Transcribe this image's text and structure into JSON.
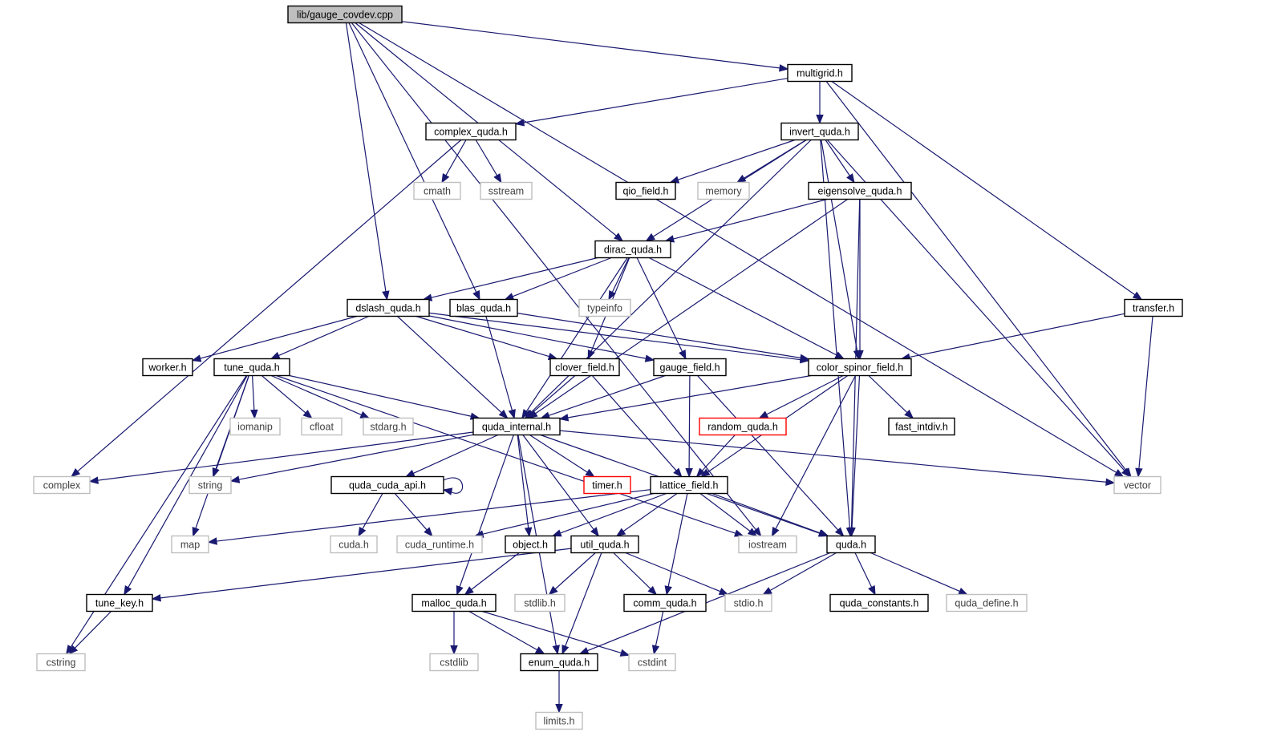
{
  "graph": {
    "colors": {
      "edge": "#191970",
      "root_fill": "#bfbfbf",
      "node_border": "#000000",
      "system_border": "#bfbfbf",
      "system_text": "#404040",
      "truncated_border": "#ff0000"
    },
    "nodes": [
      {
        "id": "root",
        "label": "lib/gauge_covdev.cpp",
        "kind": "root"
      },
      {
        "id": "multigrid",
        "label": "multigrid.h",
        "kind": "project"
      },
      {
        "id": "complex_quda",
        "label": "complex_quda.h",
        "kind": "project"
      },
      {
        "id": "invert_quda",
        "label": "invert_quda.h",
        "kind": "project"
      },
      {
        "id": "cmath",
        "label": "cmath",
        "kind": "system"
      },
      {
        "id": "sstream",
        "label": "sstream",
        "kind": "system"
      },
      {
        "id": "qio_field",
        "label": "qio_field.h",
        "kind": "project"
      },
      {
        "id": "memory",
        "label": "memory",
        "kind": "system"
      },
      {
        "id": "eigensolve_quda",
        "label": "eigensolve_quda.h",
        "kind": "project"
      },
      {
        "id": "dirac_quda",
        "label": "dirac_quda.h",
        "kind": "project"
      },
      {
        "id": "dslash_quda",
        "label": "dslash_quda.h",
        "kind": "project"
      },
      {
        "id": "blas_quda",
        "label": "blas_quda.h",
        "kind": "project"
      },
      {
        "id": "typeinfo",
        "label": "typeinfo",
        "kind": "system"
      },
      {
        "id": "transfer",
        "label": "transfer.h",
        "kind": "project"
      },
      {
        "id": "worker",
        "label": "worker.h",
        "kind": "project"
      },
      {
        "id": "tune_quda",
        "label": "tune_quda.h",
        "kind": "project"
      },
      {
        "id": "clover_field",
        "label": "clover_field.h",
        "kind": "project"
      },
      {
        "id": "gauge_field",
        "label": "gauge_field.h",
        "kind": "project"
      },
      {
        "id": "color_spinor_field",
        "label": "color_spinor_field.h",
        "kind": "project"
      },
      {
        "id": "iomanip",
        "label": "iomanip",
        "kind": "system"
      },
      {
        "id": "cfloat",
        "label": "cfloat",
        "kind": "system"
      },
      {
        "id": "stdarg",
        "label": "stdarg.h",
        "kind": "system"
      },
      {
        "id": "quda_internal",
        "label": "quda_internal.h",
        "kind": "project"
      },
      {
        "id": "random_quda",
        "label": "random_quda.h",
        "kind": "truncated"
      },
      {
        "id": "fast_intdiv",
        "label": "fast_intdiv.h",
        "kind": "project"
      },
      {
        "id": "complex",
        "label": "complex",
        "kind": "system"
      },
      {
        "id": "string",
        "label": "string",
        "kind": "system"
      },
      {
        "id": "quda_cuda_api",
        "label": "quda_cuda_api.h",
        "kind": "project"
      },
      {
        "id": "timer",
        "label": "timer.h",
        "kind": "truncated"
      },
      {
        "id": "lattice_field",
        "label": "lattice_field.h",
        "kind": "project"
      },
      {
        "id": "vector",
        "label": "vector",
        "kind": "system"
      },
      {
        "id": "map",
        "label": "map",
        "kind": "system"
      },
      {
        "id": "cuda_h",
        "label": "cuda.h",
        "kind": "system"
      },
      {
        "id": "cuda_runtime",
        "label": "cuda_runtime.h",
        "kind": "system"
      },
      {
        "id": "object",
        "label": "object.h",
        "kind": "project"
      },
      {
        "id": "util_quda",
        "label": "util_quda.h",
        "kind": "project"
      },
      {
        "id": "iostream",
        "label": "iostream",
        "kind": "system"
      },
      {
        "id": "quda",
        "label": "quda.h",
        "kind": "project"
      },
      {
        "id": "tune_key",
        "label": "tune_key.h",
        "kind": "project"
      },
      {
        "id": "malloc_quda",
        "label": "malloc_quda.h",
        "kind": "project"
      },
      {
        "id": "stdlib",
        "label": "stdlib.h",
        "kind": "system"
      },
      {
        "id": "comm_quda",
        "label": "comm_quda.h",
        "kind": "project"
      },
      {
        "id": "stdio",
        "label": "stdio.h",
        "kind": "system"
      },
      {
        "id": "quda_constants",
        "label": "quda_constants.h",
        "kind": "project"
      },
      {
        "id": "quda_define",
        "label": "quda_define.h",
        "kind": "system"
      },
      {
        "id": "cstring",
        "label": "cstring",
        "kind": "system"
      },
      {
        "id": "cstdlib",
        "label": "cstdlib",
        "kind": "system"
      },
      {
        "id": "enum_quda",
        "label": "enum_quda.h",
        "kind": "project"
      },
      {
        "id": "cstdint",
        "label": "cstdint",
        "kind": "system"
      },
      {
        "id": "limits",
        "label": "limits.h",
        "kind": "system"
      }
    ],
    "edges": [
      [
        "root",
        "multigrid"
      ],
      [
        "root",
        "dslash_quda"
      ],
      [
        "root",
        "blas_quda"
      ],
      [
        "root",
        "dirac_quda"
      ],
      [
        "root",
        "vector"
      ],
      [
        "root",
        "iostream"
      ],
      [
        "multigrid",
        "complex_quda"
      ],
      [
        "multigrid",
        "invert_quda"
      ],
      [
        "multigrid",
        "transfer"
      ],
      [
        "multigrid",
        "vector"
      ],
      [
        "complex_quda",
        "cmath"
      ],
      [
        "complex_quda",
        "sstream"
      ],
      [
        "complex_quda",
        "complex"
      ],
      [
        "invert_quda",
        "qio_field"
      ],
      [
        "invert_quda",
        "memory"
      ],
      [
        "invert_quda",
        "eigensolve_quda"
      ],
      [
        "invert_quda",
        "dirac_quda"
      ],
      [
        "invert_quda",
        "quda_internal"
      ],
      [
        "invert_quda",
        "color_spinor_field"
      ],
      [
        "invert_quda",
        "quda"
      ],
      [
        "invert_quda",
        "vector"
      ],
      [
        "eigensolve_quda",
        "dirac_quda"
      ],
      [
        "eigensolve_quda",
        "color_spinor_field"
      ],
      [
        "eigensolve_quda",
        "quda_internal"
      ],
      [
        "eigensolve_quda",
        "quda"
      ],
      [
        "dirac_quda",
        "dslash_quda"
      ],
      [
        "dirac_quda",
        "blas_quda"
      ],
      [
        "dirac_quda",
        "typeinfo"
      ],
      [
        "dirac_quda",
        "clover_field"
      ],
      [
        "dirac_quda",
        "gauge_field"
      ],
      [
        "dirac_quda",
        "color_spinor_field"
      ],
      [
        "dirac_quda",
        "quda_internal"
      ],
      [
        "dslash_quda",
        "worker"
      ],
      [
        "dslash_quda",
        "tune_quda"
      ],
      [
        "dslash_quda",
        "clover_field"
      ],
      [
        "dslash_quda",
        "gauge_field"
      ],
      [
        "dslash_quda",
        "color_spinor_field"
      ],
      [
        "dslash_quda",
        "quda_internal"
      ],
      [
        "blas_quda",
        "quda_internal"
      ],
      [
        "blas_quda",
        "color_spinor_field"
      ],
      [
        "transfer",
        "color_spinor_field"
      ],
      [
        "transfer",
        "vector"
      ],
      [
        "tune_quda",
        "iomanip"
      ],
      [
        "tune_quda",
        "cfloat"
      ],
      [
        "tune_quda",
        "stdarg"
      ],
      [
        "tune_quda",
        "quda_internal"
      ],
      [
        "tune_quda",
        "string"
      ],
      [
        "tune_quda",
        "map"
      ],
      [
        "tune_quda",
        "tune_key"
      ],
      [
        "tune_quda",
        "cstring"
      ],
      [
        "tune_quda",
        "iostream"
      ],
      [
        "clover_field",
        "quda_internal"
      ],
      [
        "clover_field",
        "lattice_field"
      ],
      [
        "gauge_field",
        "quda_internal"
      ],
      [
        "gauge_field",
        "lattice_field"
      ],
      [
        "gauge_field",
        "quda"
      ],
      [
        "color_spinor_field",
        "quda_internal"
      ],
      [
        "color_spinor_field",
        "random_quda"
      ],
      [
        "color_spinor_field",
        "fast_intdiv"
      ],
      [
        "color_spinor_field",
        "lattice_field"
      ],
      [
        "color_spinor_field",
        "quda"
      ],
      [
        "color_spinor_field",
        "iostream"
      ],
      [
        "random_quda",
        "lattice_field"
      ],
      [
        "quda_internal",
        "complex"
      ],
      [
        "quda_internal",
        "string"
      ],
      [
        "quda_internal",
        "quda_cuda_api"
      ],
      [
        "quda_internal",
        "timer"
      ],
      [
        "quda_internal",
        "object"
      ],
      [
        "quda_internal",
        "util_quda"
      ],
      [
        "quda_internal",
        "malloc_quda"
      ],
      [
        "quda_internal",
        "enum_quda"
      ],
      [
        "quda_internal",
        "quda"
      ],
      [
        "quda_internal",
        "vector"
      ],
      [
        "quda_cuda_api",
        "quda_cuda_api"
      ],
      [
        "quda_cuda_api",
        "cuda_h"
      ],
      [
        "quda_cuda_api",
        "cuda_runtime"
      ],
      [
        "lattice_field",
        "map"
      ],
      [
        "lattice_field",
        "cuda_runtime"
      ],
      [
        "lattice_field",
        "object"
      ],
      [
        "lattice_field",
        "util_quda"
      ],
      [
        "lattice_field",
        "comm_quda"
      ],
      [
        "lattice_field",
        "iostream"
      ],
      [
        "lattice_field",
        "quda"
      ],
      [
        "object",
        "malloc_quda"
      ],
      [
        "util_quda",
        "tune_key"
      ],
      [
        "util_quda",
        "stdlib"
      ],
      [
        "util_quda",
        "comm_quda"
      ],
      [
        "util_quda",
        "stdio"
      ],
      [
        "util_quda",
        "enum_quda"
      ],
      [
        "quda",
        "stdio"
      ],
      [
        "quda",
        "quda_constants"
      ],
      [
        "quda",
        "quda_define"
      ],
      [
        "quda",
        "enum_quda"
      ],
      [
        "tune_key",
        "cstring"
      ],
      [
        "malloc_quda",
        "cstdlib"
      ],
      [
        "malloc_quda",
        "enum_quda"
      ],
      [
        "malloc_quda",
        "cstdint"
      ],
      [
        "comm_quda",
        "cstdint"
      ],
      [
        "enum_quda",
        "limits"
      ]
    ]
  }
}
